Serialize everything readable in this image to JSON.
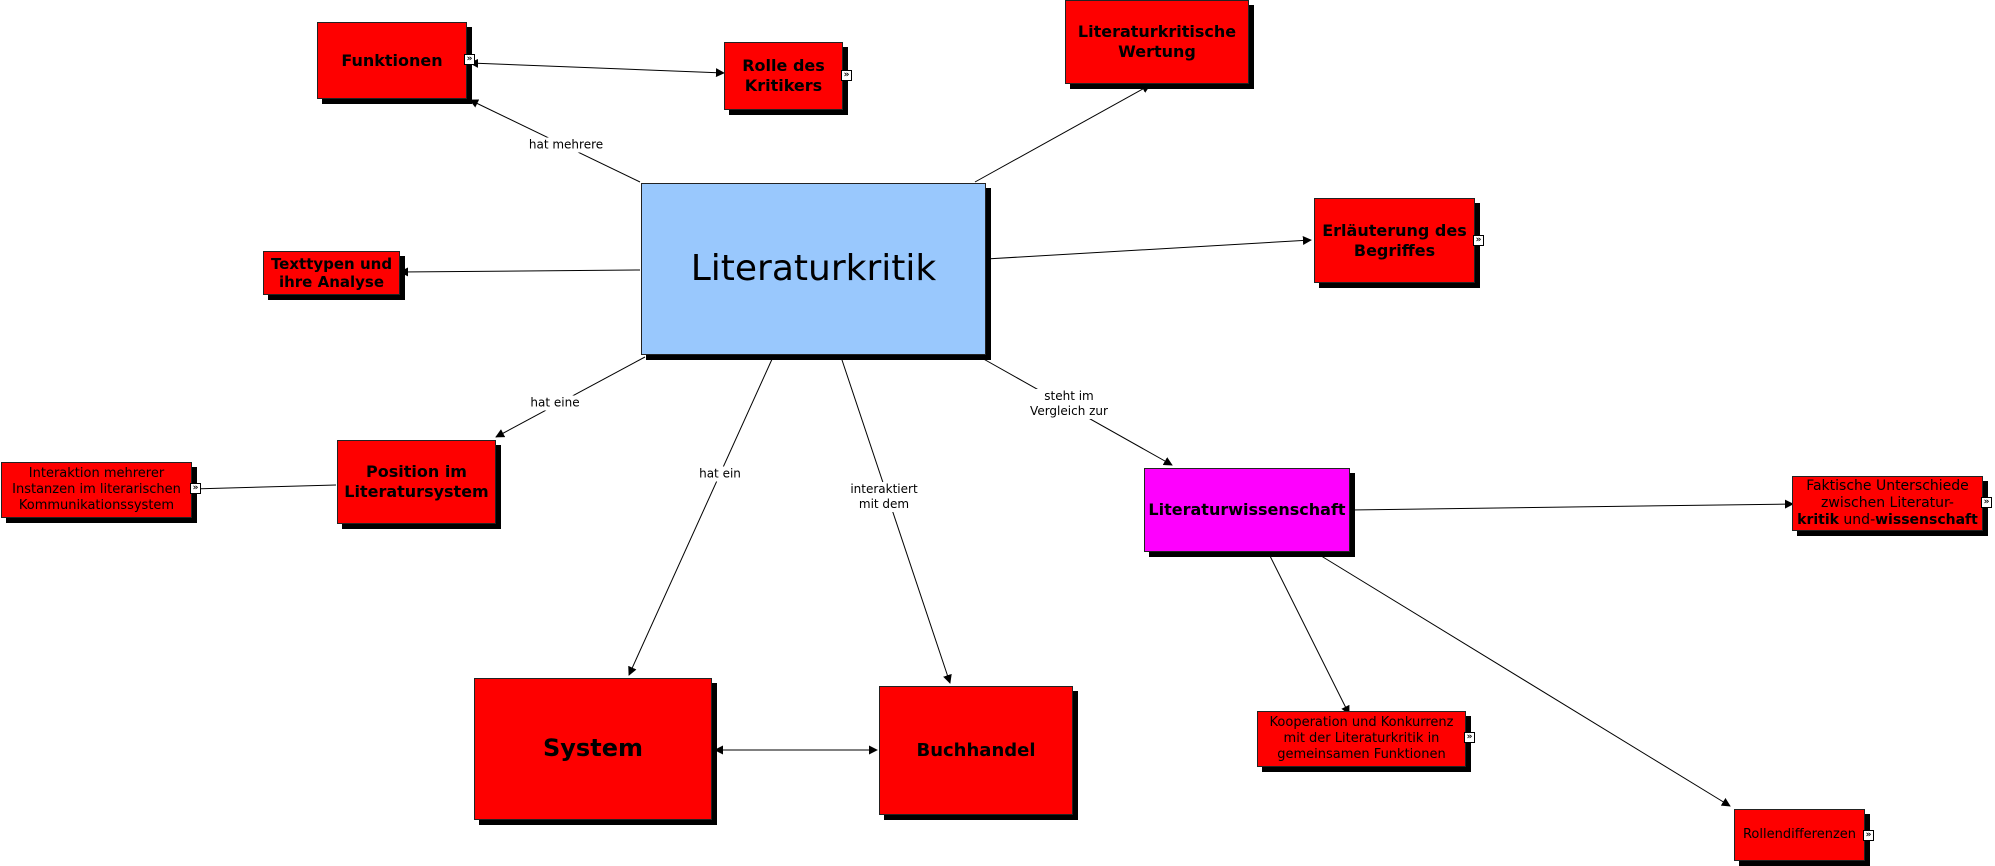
{
  "nodes": {
    "literaturkritik": "Literaturkritik",
    "funktionen": "Funktionen",
    "rolle": [
      "Rolle des",
      "Kritikers"
    ],
    "wertung": [
      "Literaturkritische",
      "Wertung"
    ],
    "erlaeuterung": [
      "Erläuterung des",
      "Begriffes"
    ],
    "texttypen": [
      "Texttypen und",
      "ihre Analyse"
    ],
    "position": [
      "Position im",
      "Literatursystem"
    ],
    "interaktion": [
      "Interaktion mehrerer",
      "Instanzen im literarischen",
      "Kommunikationssystem"
    ],
    "system": "System",
    "buchhandel": "Buchhandel",
    "literaturwissenschaft": "Literaturwissenschaft",
    "faktische": {
      "line1": "Faktische Unterschiede",
      "line2": "zwischen Literatur-",
      "line3_a": "kritik",
      "line3_b": " und-",
      "line3_c": "wissenschaft"
    },
    "kooperation": [
      "Kooperation und Konkurrenz",
      "mit der Literaturkritik in",
      "gemeinsamen Funktionen"
    ],
    "rollendifferenzen": "Rollendifferenzen"
  },
  "edge_labels": {
    "hat_mehrere": "hat mehrere",
    "hat_eine": "hat eine",
    "hat_ein": "hat ein",
    "interaktiert": [
      "interaktiert",
      "mit dem"
    ],
    "steht_im": [
      "steht im",
      "Vergleich zur"
    ]
  },
  "colors": {
    "central": "#99c8fd",
    "topic": "#fe0000",
    "comparison": "#fe00fe",
    "shadow": "#000000"
  },
  "icons": {
    "expander": "expand-arrows-icon"
  }
}
